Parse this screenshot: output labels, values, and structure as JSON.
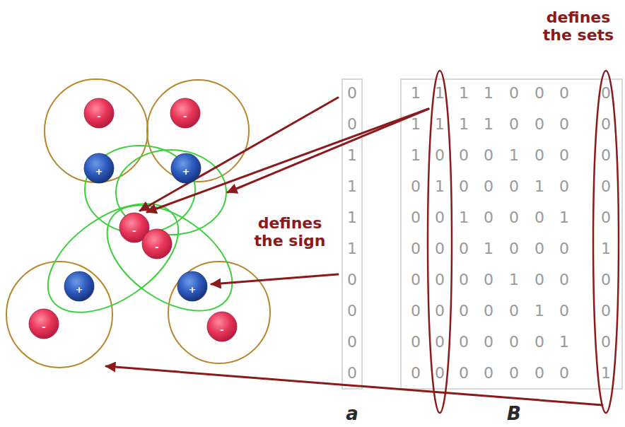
{
  "diagram": {
    "nodes": [
      {
        "text": [
          "-"
        ]
      },
      {
        "text": [
          "-"
        ]
      },
      {
        "text": [
          "+"
        ]
      },
      {
        "text": [
          "+"
        ]
      },
      {
        "text": [
          "-"
        ]
      },
      {
        "text": [
          "-"
        ]
      },
      {
        "text": [
          "+"
        ]
      },
      {
        "text": [
          "+"
        ]
      },
      {
        "text": [
          "-"
        ]
      },
      {
        "text": [
          "-"
        ]
      }
    ],
    "labels": [
      "defines the sets",
      "defines the sign",
      "a",
      "B",
      "0",
      "0",
      "1",
      "1",
      "1",
      "1",
      "0",
      "0",
      "0",
      "0",
      "1",
      "1",
      "1",
      "1",
      "0",
      "0",
      "0",
      "0",
      "1",
      "1",
      "1",
      "1",
      "0",
      "0",
      "0",
      "0",
      "1",
      "0",
      "0",
      "0",
      "1",
      "0",
      "0",
      "0",
      "0",
      "1",
      "0",
      "0",
      "0",
      "1",
      "0",
      "0",
      "0",
      "0",
      "1",
      "0",
      "0",
      "0",
      "1",
      "0",
      "0",
      "0",
      "0",
      "1",
      "0",
      "0",
      "0",
      "1",
      "0",
      "0",
      "0",
      "0",
      "1",
      "0",
      "0",
      "0",
      "0",
      "0",
      "0",
      "0",
      "0",
      "1",
      "0",
      "0",
      "0",
      "0",
      "0",
      "0",
      "0",
      "0",
      "1",
      "0",
      "0",
      "0",
      "0",
      "0",
      "0",
      "0",
      "0",
      "1"
    ]
  }
}
